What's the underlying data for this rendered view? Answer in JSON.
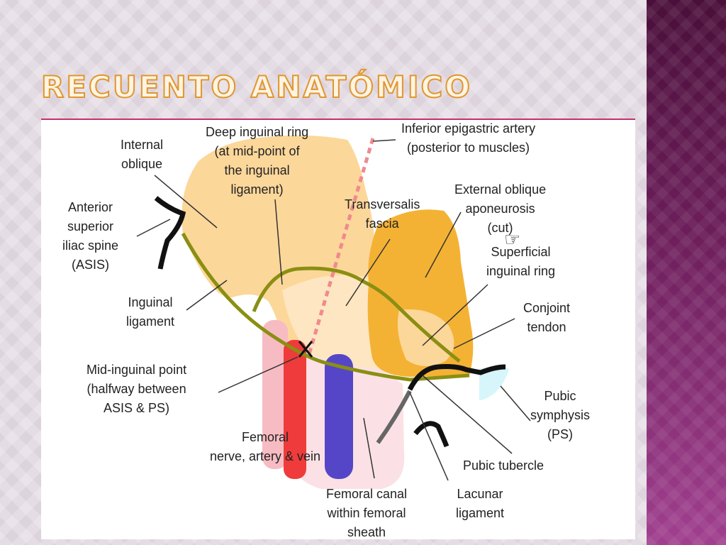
{
  "slide": {
    "title": "RECUENTO ANATÓMICO"
  },
  "labels": {
    "internal_oblique": "Internal\noblique",
    "deep_inguinal_ring": "Deep inguinal ring\n(at mid-point of\nthe inguinal\nligament)",
    "inferior_epigastric_artery": "Inferior epigastric artery\n(posterior to muscles)",
    "anterior_superior_iliac_spine": "Anterior\nsuperior\niliac spine\n(ASIS)",
    "transversalis_fascia": "Transversalis\nfascia",
    "external_oblique_aponeurosis": "External oblique\naponeurosis\n(cut)",
    "superficial_inguinal_ring": "Superficial\ninguinal ring",
    "inguinal_ligament": "Inguinal\nligament",
    "conjoint_tendon": "Conjoint\ntendon",
    "mid_inguinal_point": "Mid-inguinal point\n(halfway between\nASIS & PS)",
    "pubic_symphysis": "Pubic\nsymphysis\n(PS)",
    "femoral_nerve_artery_vein": "Femoral\nnerve, artery & vein",
    "pubic_tubercle": "Pubic tubercle",
    "femoral_canal": "Femoral canal\nwithin femoral\nsheath",
    "lacunar_ligament": "Lacunar\nligament"
  },
  "icons": {
    "pointer": "pointing-hand-cursor-icon"
  },
  "colors": {
    "title_stroke": "#e0962e",
    "internal_oblique": "#fcd79a",
    "external_oblique": "#f4b234",
    "inguinal_ligament": "#8a8f12",
    "femoral_artery": "#ef3b3b",
    "femoral_vein": "#5546c8",
    "femoral_nerve": "#f7bcc3",
    "femoral_sheath": "#fbe1e5",
    "pubic_symphysis": "#d6f6fb",
    "epigastric_artery": "#f08a8f"
  }
}
